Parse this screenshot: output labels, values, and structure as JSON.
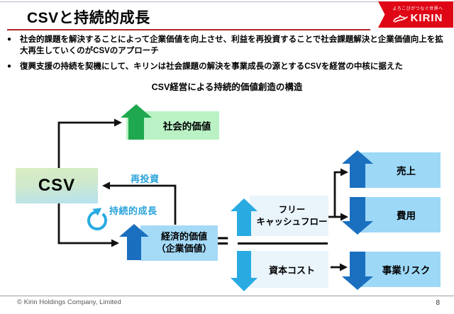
{
  "slide": {
    "title": "CSVと持続的成長",
    "underline_color": "#b02828"
  },
  "logo": {
    "tagline": "よろこびがつなぐ世界へ",
    "brand": "KIRIN",
    "bg_color": "#df0615",
    "icon": "kirin-emblem-icon"
  },
  "bullets": {
    "marker": "●",
    "items": [
      {
        "text": "社会的課題を解決することによって企業価値を向上させ、利益を再投資することで社会課題解決と企業価値向上を拡大再生していくのがCSVのアプローチ"
      },
      {
        "text": "復興支援の持続を契機にして、キリンは社会課題の解決を事業成長の源とするCSVを経営の中核に据えた"
      }
    ]
  },
  "diagram": {
    "title": "CSV経営による持続的価値創造の構造",
    "csv": {
      "label": "CSV"
    },
    "social_value": {
      "label": "社会的価値",
      "box_color": "#baf2c5",
      "arrow_color": "#1fa84f"
    },
    "economic_value": {
      "label": "経済的価値",
      "sublabel": "（企業価値）",
      "box_color": "#a5daf7",
      "arrow_color": "#1a6fbf"
    },
    "free_cash_flow": {
      "line1": "フリー",
      "line2": "キャッシュフロー",
      "box_color": "#e9f4fb",
      "arrow_color": "#29abe2"
    },
    "capital_cost": {
      "label": "資本コスト",
      "box_color": "#e9f4fb",
      "arrow_color": "#29abe2"
    },
    "sales": {
      "label": "売上",
      "box_color": "#9dd8f7",
      "arrow_color": "#1a6fbf"
    },
    "expenses": {
      "label": "費用",
      "box_color": "#9dd8f7",
      "arrow_color": "#1a6fbf"
    },
    "business_risk": {
      "label": "事業リスク",
      "box_color": "#9dd8f7",
      "arrow_color": "#1a6fbf"
    },
    "flow_labels": {
      "reinvestment": "再投資",
      "sustainable_growth": "持続的成長",
      "equals": "="
    },
    "cycle_icon_color": "#29abe2",
    "label_color": "#29a3da",
    "connector_color": "#111111"
  },
  "footer": {
    "copyright": "© Kirin Holdings Company, Limited",
    "page_number": "8"
  }
}
